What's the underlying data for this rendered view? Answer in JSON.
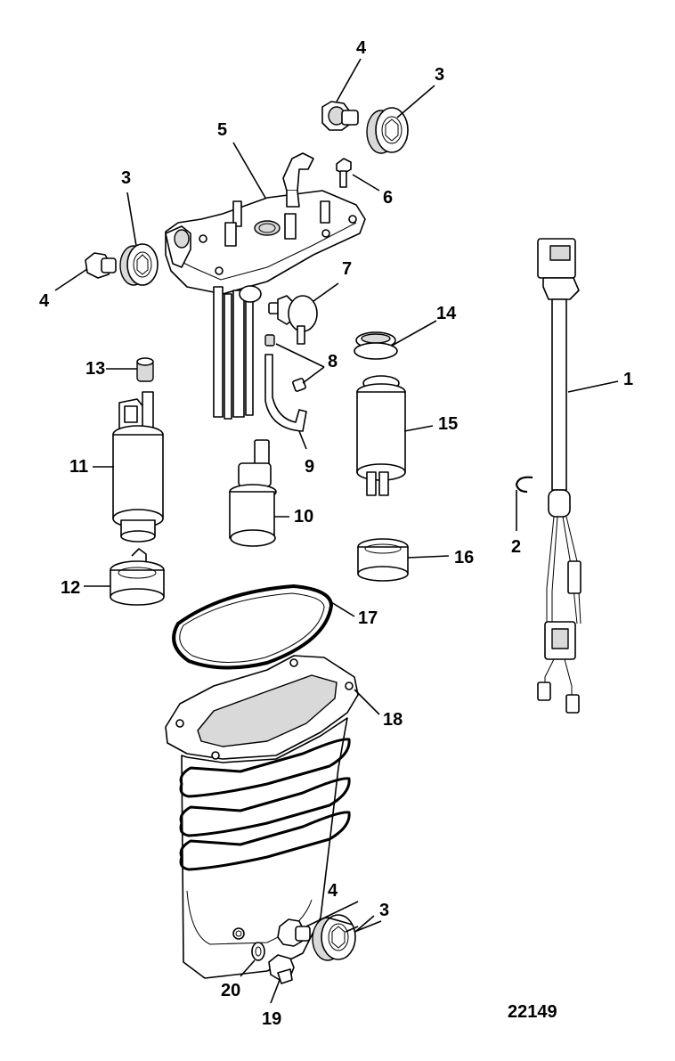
{
  "figure_number": "22149",
  "callouts": [
    "1",
    "2",
    "3",
    "3",
    "3",
    "4",
    "4",
    "4",
    "5",
    "6",
    "7",
    "8",
    "9",
    "10",
    "11",
    "12",
    "13",
    "14",
    "15",
    "16",
    "17",
    "18",
    "19",
    "20"
  ],
  "parts": {
    "fuel_cooler_cover": "5",
    "wire_harness": "1",
    "retaining_clip": "2",
    "plug_large": "3",
    "plug_small": "4",
    "screw": "6",
    "pressure_regulator": "7",
    "clamps": "8",
    "hose": "9",
    "float_sender": "10",
    "fuel_pump_left": "11",
    "pump_retainer": "12",
    "filter_sleeve": "13",
    "seal": "14",
    "fuel_pump_right": "15",
    "pump_retainer_right": "16",
    "o_ring": "17",
    "housing": "18",
    "drain_plug": "19",
    "washer": "20"
  }
}
